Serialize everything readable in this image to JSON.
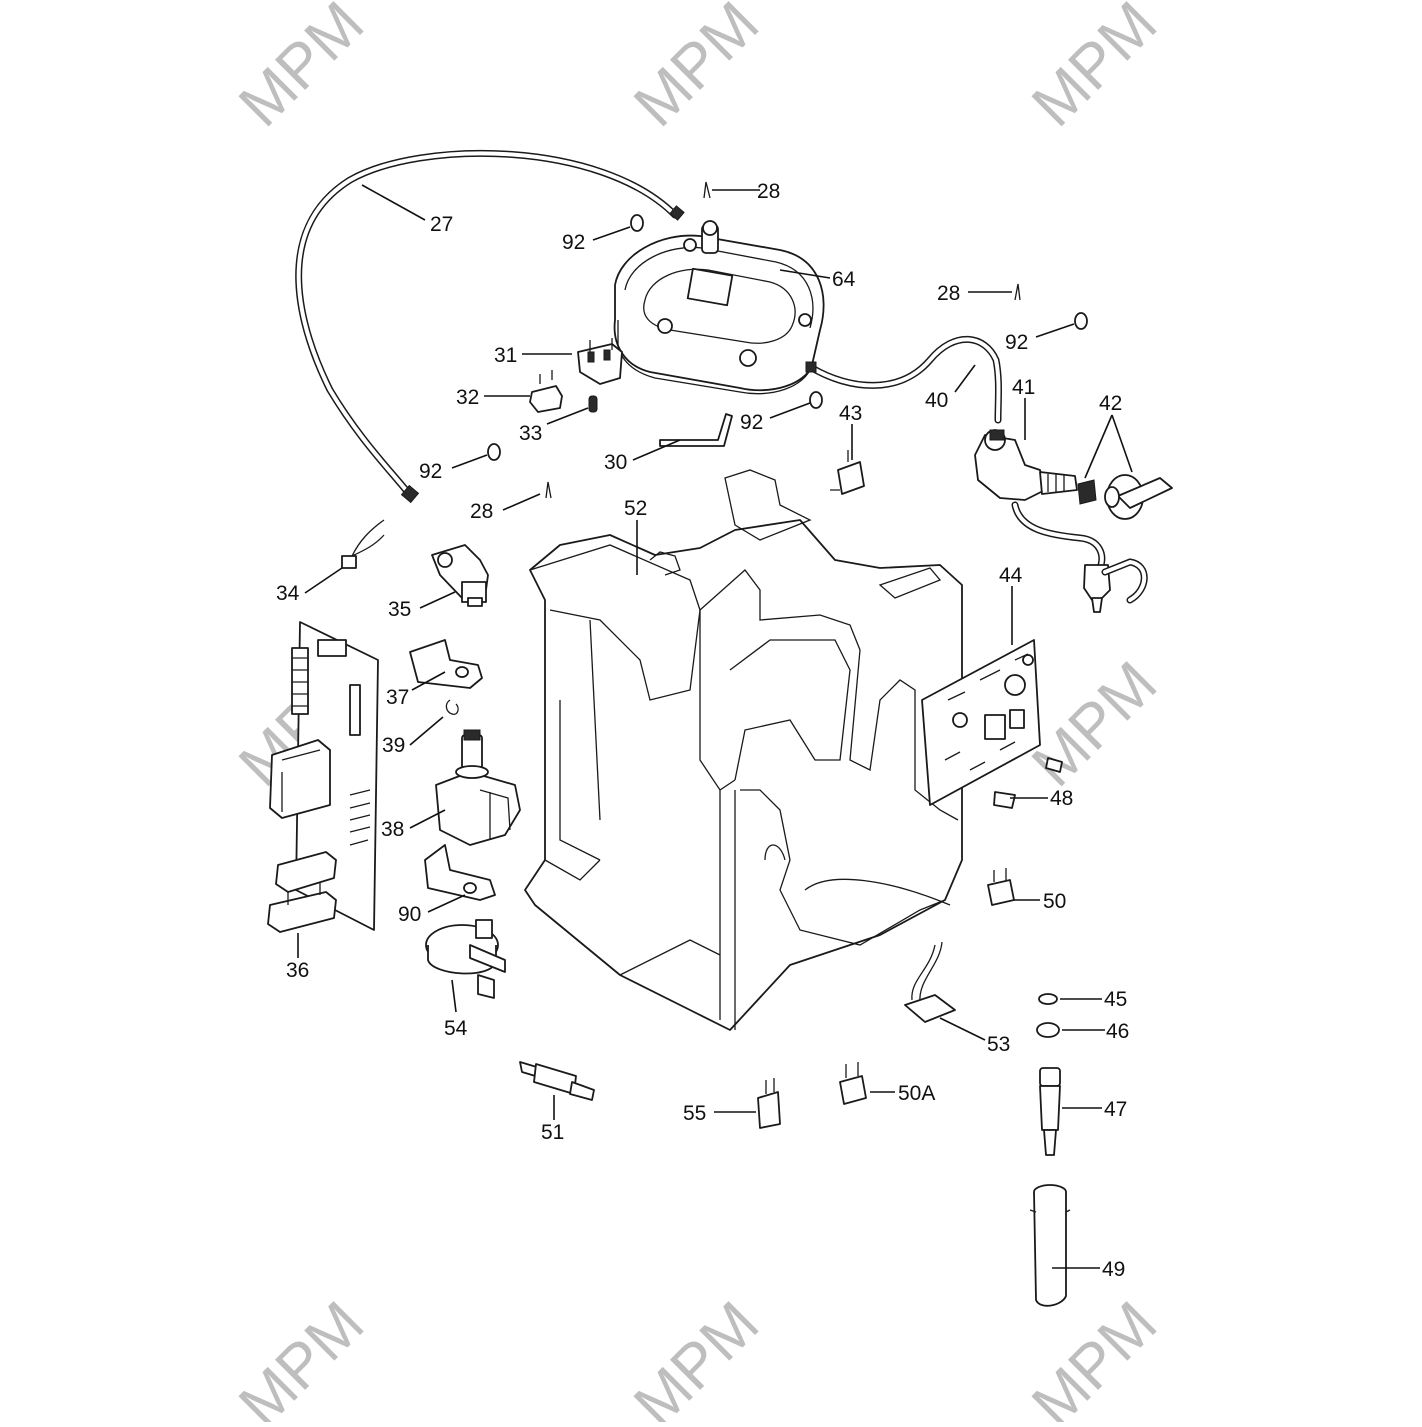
{
  "watermark": {
    "text": "MPM"
  },
  "callouts": {
    "c27": "27",
    "c28a": "28",
    "c92a": "92",
    "c64": "64",
    "c28b": "28",
    "c92b": "92",
    "c31": "31",
    "c32": "32",
    "c33": "33",
    "c92c": "92",
    "c43": "43",
    "c40": "40",
    "c41": "41",
    "c42": "42",
    "c92d": "92",
    "c30": "30",
    "c28c": "28",
    "c52": "52",
    "c34": "34",
    "c35": "35",
    "c44": "44",
    "c37": "37",
    "c39": "39",
    "c38": "38",
    "c48": "48",
    "c90": "90",
    "c36": "36",
    "c50": "50",
    "c54": "54",
    "c45": "45",
    "c46": "46",
    "c53": "53",
    "c51": "51",
    "c55": "55",
    "c50A": "50A",
    "c47": "47",
    "c49": "49"
  },
  "colors": {
    "line": "#1a1a1a",
    "watermark": "#8a8a8a",
    "background": "#ffffff"
  }
}
